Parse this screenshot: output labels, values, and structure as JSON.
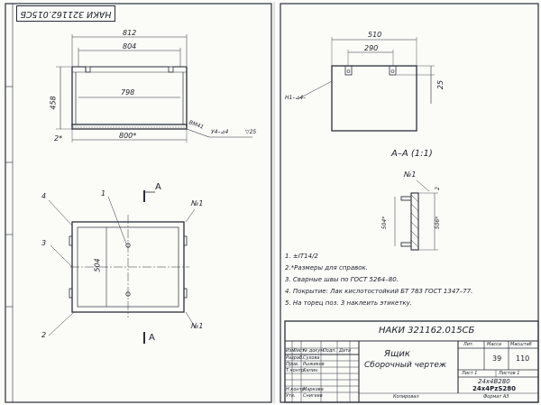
{
  "drawing": {
    "code": "НАКИ 321162.015СБ",
    "code_top_rotated": "НАКИ 321162.015СБ",
    "name_line1": "Ящик",
    "name_line2": "Сборочный чертеж",
    "section_label": "А–А (1:1)",
    "view_marker": "А"
  },
  "dimensions": {
    "front_overall": "812",
    "front_inner": "804",
    "front_inside": "798",
    "front_bottom": "800*",
    "front_height": "458",
    "front_side": "2*",
    "plan_depth": "504",
    "side_overall": "510",
    "side_inner": "290",
    "side_height": "25",
    "section_dim1": "2",
    "section_dim2": "504*",
    "section_dim3": "506*"
  },
  "callouts": {
    "pos1": "1",
    "pos2": "2",
    "pos3": "3",
    "pos4": "4",
    "n1_top": "№1",
    "n1_bottom": "№1",
    "n1_section": "№1",
    "weld_front": "У4–⊿4",
    "weld_side": "Н1–⊿4–",
    "roughness": "▽25",
    "weld_sym": "ВМ41"
  },
  "notes": [
    "1. ±IT14/2",
    "2.*Размеры для справок.",
    "3. Сварные швы по ГОСТ 5264–80.",
    "4. Покрытие: Лак кислотостойкий БТ 783 ГОСТ 1347–77.",
    "5. На торец поз. 3 наклеить этикетку."
  ],
  "title_block": {
    "col_headers": [
      "Изм",
      "Лист",
      "№ докум.",
      "Подп.",
      "Дата"
    ],
    "row_labels": [
      "Разраб.",
      "Пров.",
      "Т.контр.",
      "",
      "Н.контр.",
      "Утв."
    ],
    "names": [
      "Сухова",
      "Рыжиков",
      "Хапин",
      "",
      "Маркова",
      "Снигеев"
    ],
    "lit_header": "Лит.",
    "mass_header": "Масса",
    "scale_header": "Масштаб",
    "mass_value": "39",
    "scale_value": "110",
    "sheet_label": "Лист 1",
    "sheets_label": "Листов 1",
    "org": "24x4B280",
    "org_bold": "24x4PzS280",
    "copied": "Копировал",
    "format": "Формат А3"
  }
}
